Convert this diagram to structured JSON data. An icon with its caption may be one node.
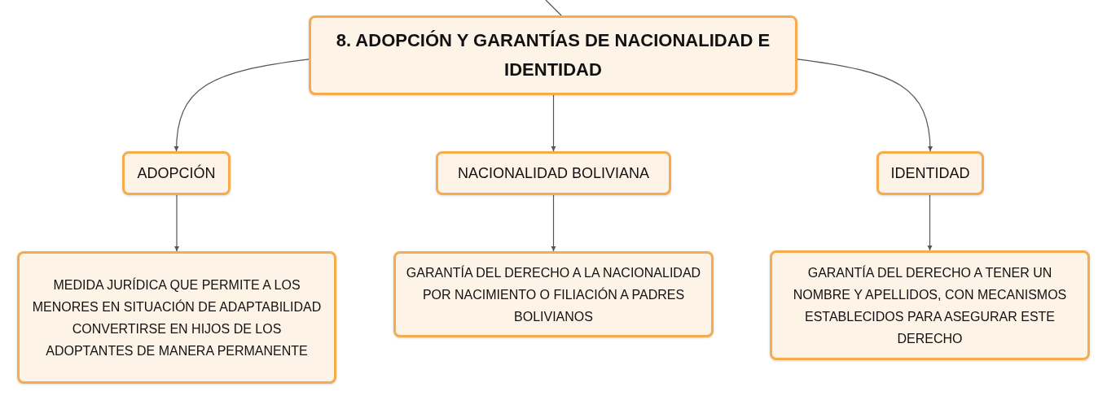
{
  "diagram": {
    "nodes": [
      {
        "text": [
          "8. ADOPCIÓN Y GARANTÍAS DE NACIONALIDAD E IDENTIDAD"
        ]
      },
      {
        "text": [
          "ADOPCIÓN"
        ]
      },
      {
        "text": [
          "NACIONALIDAD BOLIVIANA"
        ]
      },
      {
        "text": [
          "IDENTIDAD"
        ]
      },
      {
        "text": [
          "MEDIDA JURÍDICA QUE PERMITE A LOS MENORES EN SITUACIÓN DE ADAPTABILIDAD CONVERTIRSE EN HIJOS DE LOS ADOPTANTES DE MANERA PERMANENTE"
        ]
      },
      {
        "text": [
          "GARANTÍA DEL DERECHO A LA NACIONALIDAD POR NACIMIENTO O FILIACIÓN A PADRES BOLIVIANOS"
        ]
      },
      {
        "text": [
          "GARANTÍA DEL DERECHO A TENER UN NOMBRE Y APELLIDOS, CON MECANISMOS ESTABLECIDOS PARA ASEGURAR ESTE DERECHO"
        ]
      }
    ],
    "edges": [
      {
        "from": null,
        "to": 0,
        "arrow": "none"
      },
      {
        "from": 0,
        "to": 1,
        "arrow": "to"
      },
      {
        "from": 0,
        "to": 2,
        "arrow": "to"
      },
      {
        "from": 0,
        "to": 3,
        "arrow": "to"
      },
      {
        "from": 1,
        "to": 4,
        "arrow": "to"
      },
      {
        "from": 2,
        "to": 5,
        "arrow": "to"
      },
      {
        "from": 3,
        "to": 6,
        "arrow": "to"
      }
    ]
  }
}
